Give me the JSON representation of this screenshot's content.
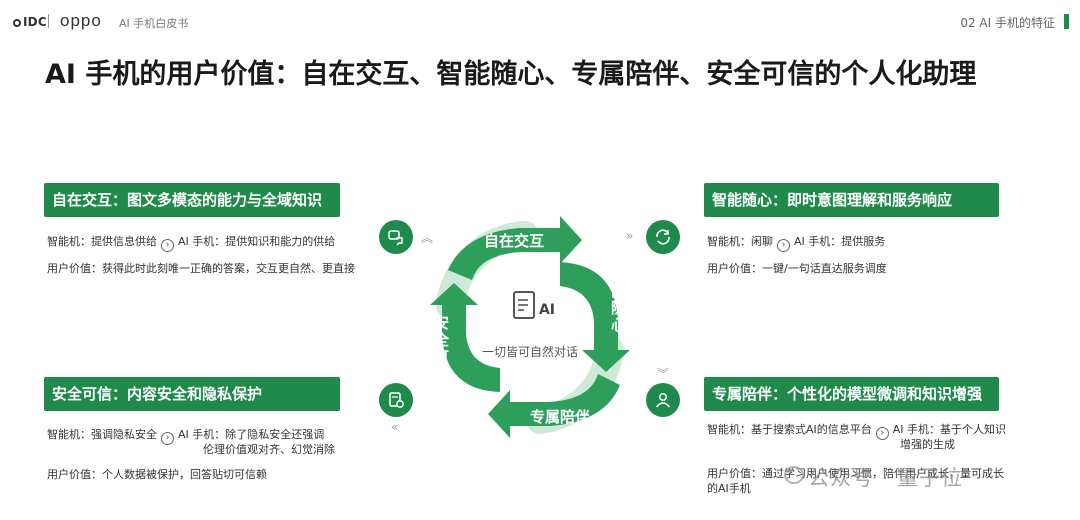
{
  "header": {
    "brand_idc": "IDC",
    "brand_oppo": "oppo",
    "doc_title": "AI 手机白皮书",
    "section": "02 AI 手机的特征"
  },
  "title": "AI 手机的用户价值：自在交互、智能随心、专属陪伴、安全可信的个人化助理",
  "center": {
    "ai_mark": "AI",
    "caption": "一切皆可自然对话",
    "arrows": {
      "top": "自在交互",
      "right": "智能随心",
      "bottom": "专属陪伴",
      "left": "安全可信"
    }
  },
  "panels": {
    "tl": {
      "label": "自在交互：图文多模态的能力与全域知识",
      "phone": "智能机：提供信息供给",
      "ai": "AI 手机：提供知识和能力的供给",
      "value": "用户价值：获得此时此刻唯一正确的答案，交互更自然、更直接"
    },
    "tr": {
      "label": "智能随心：即时意图理解和服务响应",
      "phone": "智能机：闲聊",
      "ai": "AI 手机：提供服务",
      "value": "用户价值：一键/一句话直达服务调度"
    },
    "bl": {
      "label": "安全可信：内容安全和隐私保护",
      "phone": "智能机：强调隐私安全",
      "ai_1": "AI 手机：除了隐私安全还强调",
      "ai_2": "伦理价值观对齐、幻觉消除",
      "value": "用户价值：个人数据被保护，回答贴切可信赖"
    },
    "br": {
      "label": "专属陪伴：个性化的模型微调和知识增强",
      "phone": "智能机：基于搜索式AI的信息平台",
      "ai_1": "AI 手机：基于个人知识",
      "ai_2": "增强的生成",
      "value_1": "用户价值：通过学习用户使用习惯，陪伴用户成长，量可成长",
      "value_2": "的AI手机"
    }
  },
  "chevrons": {
    "right": "›",
    "up": "︽",
    "right_double": "»",
    "down": "︾",
    "left_double": "«"
  },
  "icons": [
    "chat-icon",
    "refresh-icon",
    "user-icon",
    "shield-doc-icon"
  ],
  "watermark": "公众号 · 量子位",
  "colors": {
    "accent": "#1f8a4c",
    "arrow": "#2e9e5b",
    "arrow_light": "#a9d9bb"
  }
}
